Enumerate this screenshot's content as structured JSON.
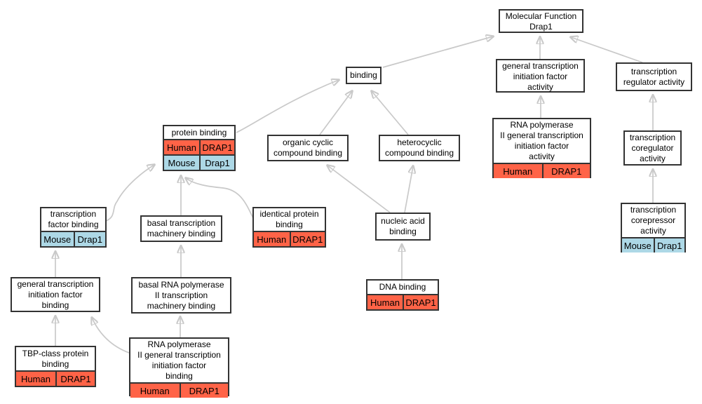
{
  "colors": {
    "human": "#ff6347",
    "mouse": "#add8e6",
    "edge": "#c9c9c9",
    "node_border": "#333333",
    "node_background": "#ffffff",
    "background": "#ffffff"
  },
  "nodes": [
    {
      "id": "molecular_function_drap1",
      "label": "Molecular Function\nDrap1",
      "rows": []
    },
    {
      "id": "general_transcription_initiation_factor_activity",
      "label": "general transcription\ninitiation factor\nactivity",
      "rows": []
    },
    {
      "id": "transcription_regulator_activity",
      "label": "transcription\nregulator activity",
      "rows": []
    },
    {
      "id": "binding",
      "label": "binding",
      "rows": []
    },
    {
      "id": "protein_binding",
      "label": "protein binding",
      "rows": [
        {
          "organism": "Human",
          "gene": "DRAP1",
          "color_key": "human"
        },
        {
          "organism": "Mouse",
          "gene": "Drap1",
          "color_key": "mouse"
        }
      ]
    },
    {
      "id": "organic_cyclic_compound_binding",
      "label": "organic cyclic\ncompound binding",
      "rows": []
    },
    {
      "id": "heterocyclic_compound_binding",
      "label": "heterocyclic\ncompound binding",
      "rows": []
    },
    {
      "id": "rna_polymerase_ii_general_transcription_initiation_factor_activity",
      "label": "RNA polymerase\nII general transcription\ninitiation factor\nactivity",
      "rows": [
        {
          "organism": "Human",
          "gene": "DRAP1",
          "color_key": "human"
        }
      ]
    },
    {
      "id": "transcription_coregulator_activity",
      "label": "transcription\ncoregulator\nactivity",
      "rows": []
    },
    {
      "id": "transcription_factor_binding",
      "label": "transcription\nfactor binding",
      "rows": [
        {
          "organism": "Mouse",
          "gene": "Drap1",
          "color_key": "mouse"
        }
      ]
    },
    {
      "id": "basal_transcription_machinery_binding",
      "label": "basal transcription\nmachinery binding",
      "rows": []
    },
    {
      "id": "identical_protein_binding",
      "label": "identical protein\nbinding",
      "rows": [
        {
          "organism": "Human",
          "gene": "DRAP1",
          "color_key": "human"
        }
      ]
    },
    {
      "id": "nucleic_acid_binding",
      "label": "nucleic acid\nbinding",
      "rows": []
    },
    {
      "id": "transcription_corepressor_activity",
      "label": "transcription\ncorepressor\nactivity",
      "rows": [
        {
          "organism": "Mouse",
          "gene": "Drap1",
          "color_key": "mouse"
        }
      ]
    },
    {
      "id": "general_transcription_initiation_factor_binding",
      "label": "general transcription\ninitiation factor\nbinding",
      "rows": []
    },
    {
      "id": "basal_rna_polymerase_ii_transcription_machinery_binding",
      "label": "basal RNA polymerase\nII transcription\nmachinery binding",
      "rows": []
    },
    {
      "id": "dna_binding",
      "label": "DNA binding",
      "rows": [
        {
          "organism": "Human",
          "gene": "DRAP1",
          "color_key": "human"
        }
      ]
    },
    {
      "id": "tbp_class_protein_binding",
      "label": "TBP-class protein\nbinding",
      "rows": [
        {
          "organism": "Human",
          "gene": "DRAP1",
          "color_key": "human"
        }
      ]
    },
    {
      "id": "rna_polymerase_ii_general_transcription_initiation_factor_binding",
      "label": "RNA polymerase\nII general transcription\ninitiation factor\nbinding",
      "rows": [
        {
          "organism": "Human",
          "gene": "DRAP1",
          "color_key": "human"
        }
      ]
    }
  ],
  "edges": [
    {
      "from": "binding",
      "to": "molecular_function_drap1"
    },
    {
      "from": "general_transcription_initiation_factor_activity",
      "to": "molecular_function_drap1"
    },
    {
      "from": "transcription_regulator_activity",
      "to": "molecular_function_drap1"
    },
    {
      "from": "protein_binding",
      "to": "binding"
    },
    {
      "from": "organic_cyclic_compound_binding",
      "to": "binding"
    },
    {
      "from": "heterocyclic_compound_binding",
      "to": "binding"
    },
    {
      "from": "rna_polymerase_ii_general_transcription_initiation_factor_activity",
      "to": "general_transcription_initiation_factor_activity"
    },
    {
      "from": "transcription_coregulator_activity",
      "to": "transcription_regulator_activity"
    },
    {
      "from": "transcription_corepressor_activity",
      "to": "transcription_coregulator_activity"
    },
    {
      "from": "transcription_factor_binding",
      "to": "protein_binding"
    },
    {
      "from": "basal_transcription_machinery_binding",
      "to": "protein_binding"
    },
    {
      "from": "identical_protein_binding",
      "to": "protein_binding"
    },
    {
      "from": "nucleic_acid_binding",
      "to": "organic_cyclic_compound_binding"
    },
    {
      "from": "nucleic_acid_binding",
      "to": "heterocyclic_compound_binding"
    },
    {
      "from": "dna_binding",
      "to": "nucleic_acid_binding"
    },
    {
      "from": "general_transcription_initiation_factor_binding",
      "to": "transcription_factor_binding"
    },
    {
      "from": "basal_rna_polymerase_ii_transcription_machinery_binding",
      "to": "basal_transcription_machinery_binding"
    },
    {
      "from": "tbp_class_protein_binding",
      "to": "general_transcription_initiation_factor_binding"
    },
    {
      "from": "rna_polymerase_ii_general_transcription_initiation_factor_binding",
      "to": "general_transcription_initiation_factor_binding"
    },
    {
      "from": "rna_polymerase_ii_general_transcription_initiation_factor_binding",
      "to": "basal_rna_polymerase_ii_transcription_machinery_binding"
    }
  ]
}
